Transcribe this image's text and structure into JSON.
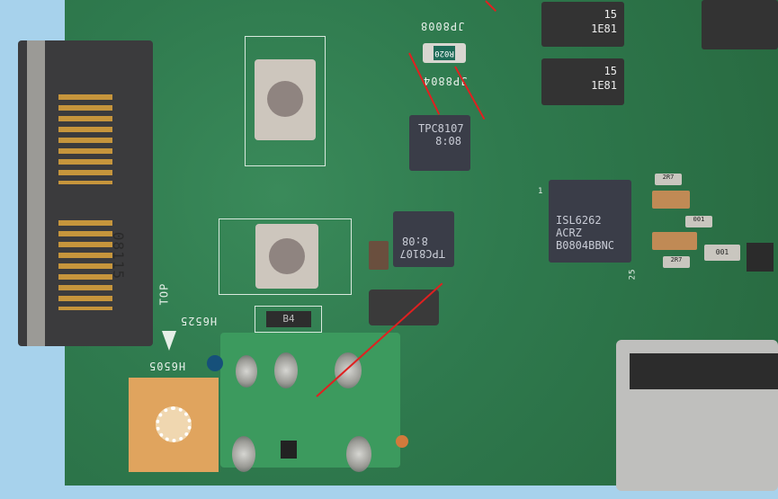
{
  "silkscreen": {
    "jp_top": "JP8008",
    "jp_bottom": "JP8804",
    "top": "TOP",
    "h6525": "H6525",
    "h6505": "H6505",
    "connector_label": "08115",
    "pin_1": "1",
    "pin_25": "25"
  },
  "components": {
    "shunt_resistor": "R020",
    "capacitor_1": {
      "value": "15",
      "code": "1E81"
    },
    "capacitor_2": {
      "value": "15",
      "code": "1E81"
    },
    "mosfet_1": {
      "part": "TPC8107",
      "date": "8:08"
    },
    "mosfet_2": {
      "part": "TPC8107",
      "date": "8:08"
    },
    "controller": {
      "line1": "ISL6262",
      "line2": "ACRZ",
      "line3": "B0804BBNC"
    },
    "diode": "B4",
    "resistor_2r7_a": "2R7",
    "resistor_2r7_b": "2R7",
    "resistor_001_a": "001",
    "resistor_001_b": "001"
  },
  "colors": {
    "pcb": "#2f7a4e",
    "background": "#a7d2ec",
    "annotation": "#e02020"
  }
}
